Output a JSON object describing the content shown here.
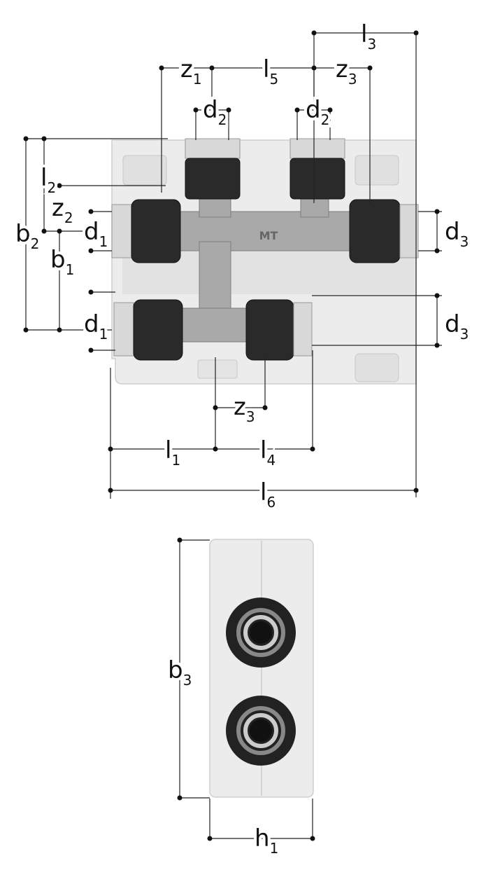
{
  "diagram": {
    "body_marking": "MT",
    "labels": {
      "l3": {
        "main": "l",
        "sub": "3"
      },
      "z1": {
        "main": "z",
        "sub": "1"
      },
      "l5": {
        "main": "l",
        "sub": "5"
      },
      "z3_top": {
        "main": "z",
        "sub": "3"
      },
      "d2_left": {
        "main": "d",
        "sub": "2"
      },
      "d2_right": {
        "main": "d",
        "sub": "2"
      },
      "l2": {
        "main": "l",
        "sub": "2"
      },
      "z2": {
        "main": "z",
        "sub": "2"
      },
      "b2": {
        "main": "b",
        "sub": "2"
      },
      "d1_top": {
        "main": "d",
        "sub": "1"
      },
      "d3_top": {
        "main": "d",
        "sub": "3"
      },
      "b1": {
        "main": "b",
        "sub": "1"
      },
      "d1_bottom": {
        "main": "d",
        "sub": "1"
      },
      "d3_bottom": {
        "main": "d",
        "sub": "3"
      },
      "z3_bottom": {
        "main": "z",
        "sub": "3"
      },
      "l1": {
        "main": "l",
        "sub": "1"
      },
      "l4": {
        "main": "l",
        "sub": "4"
      },
      "l6": {
        "main": "l",
        "sub": "6"
      },
      "b3": {
        "main": "b",
        "sub": "3"
      },
      "h1": {
        "main": "h",
        "sub": "1"
      }
    }
  }
}
